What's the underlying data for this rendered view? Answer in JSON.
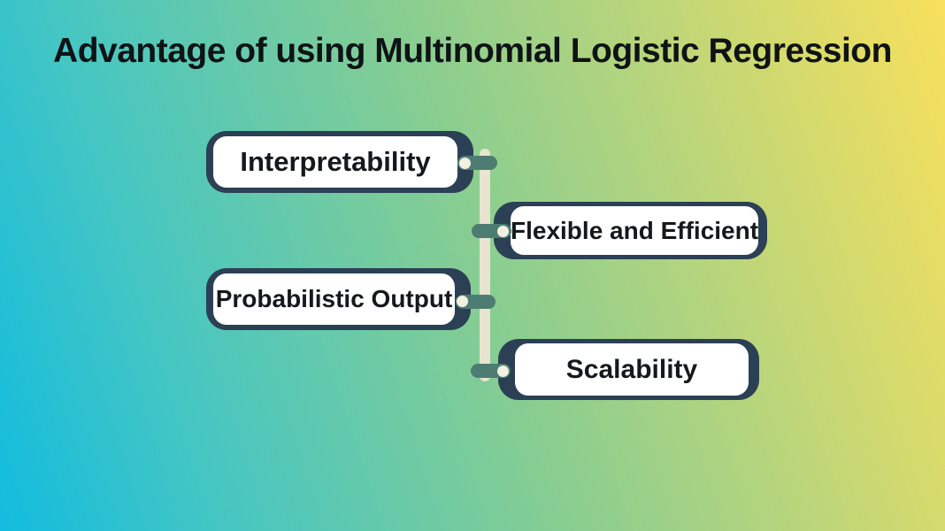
{
  "title": "Advantage of using Multinomial Logistic Regression",
  "diagram": {
    "type": "vertical-spine-advantage-list",
    "boxes": [
      {
        "label": "Interpretability",
        "side": "left"
      },
      {
        "label": "Flexible and Efficient",
        "side": "right"
      },
      {
        "label": "Probabilistic Output",
        "side": "left"
      },
      {
        "label": "Scalability",
        "side": "right"
      }
    ],
    "colors": {
      "background_left": "#12bcdf",
      "background_teal": "#45c6c3",
      "background_mid": "#86cd92",
      "background_olive": "#b9d57b",
      "background_right": "#f8e05c",
      "box_border": "#2c4055",
      "box_fill": "#ffffff",
      "connector_pill": "#4d7d72",
      "spine_line": "#e8e4d0",
      "connector_dot": "#f3f0e2",
      "title_text": "#0e1316",
      "label_text": "#15181c"
    }
  }
}
